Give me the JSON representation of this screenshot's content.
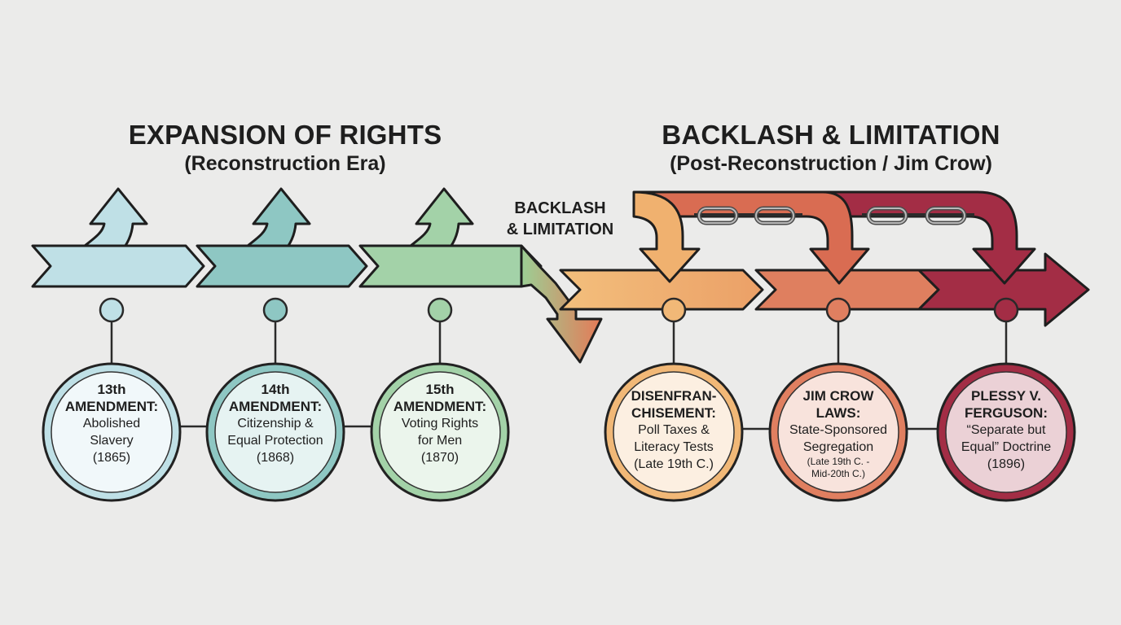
{
  "headings": {
    "expansion": {
      "title": "EXPANSION OF RIGHTS",
      "subtitle": "(Reconstruction Era)"
    },
    "backlash": {
      "title": "BACKLASH & LIMITATION",
      "subtitle": "(Post-Reconstruction / Jim Crow)"
    },
    "transition_label_line1": "BACKLASH",
    "transition_label_line2": "& LIMITATION"
  },
  "events": [
    {
      "head1": "13th",
      "head2": "AMENDMENT:",
      "body1": "Abolished",
      "body2": "Slavery",
      "date1": "(1865)",
      "date2": "",
      "color": "#bfe0e6"
    },
    {
      "head1": "14th",
      "head2": "AMENDMENT:",
      "body1": "Citizenship &",
      "body2": "Equal Protection",
      "date1": "(1868)",
      "date2": "",
      "color": "#8ec7c3"
    },
    {
      "head1": "15th",
      "head2": "AMENDMENT:",
      "body1": "Voting Rights",
      "body2": "for Men",
      "date1": "(1870)",
      "date2": "",
      "color": "#a3d2a8"
    },
    {
      "head1": "DISENFRAN-",
      "head2": "CHISEMENT:",
      "body1": "Poll Taxes &",
      "body2": "Literacy Tests",
      "date1": "(Late 19th C.)",
      "date2": "",
      "color": "#f1b877"
    },
    {
      "head1": "JIM CROW",
      "head2": "LAWS:",
      "body1": "State-Sponsored",
      "body2": "Segregation",
      "date1": "(Late 19th C. -",
      "date2": "Mid-20th C.)",
      "color": "#e07f60"
    },
    {
      "head1": "PLESSY V.",
      "head2": "FERGUSON:",
      "body1": "“Separate but",
      "body2": "Equal” Doctrine",
      "date1": "(1896)",
      "date2": "",
      "color": "#a32d45"
    }
  ],
  "icons": [
    "up-arrow-icon",
    "down-arrow-icon",
    "chain-icon",
    "connector-node-icon"
  ]
}
